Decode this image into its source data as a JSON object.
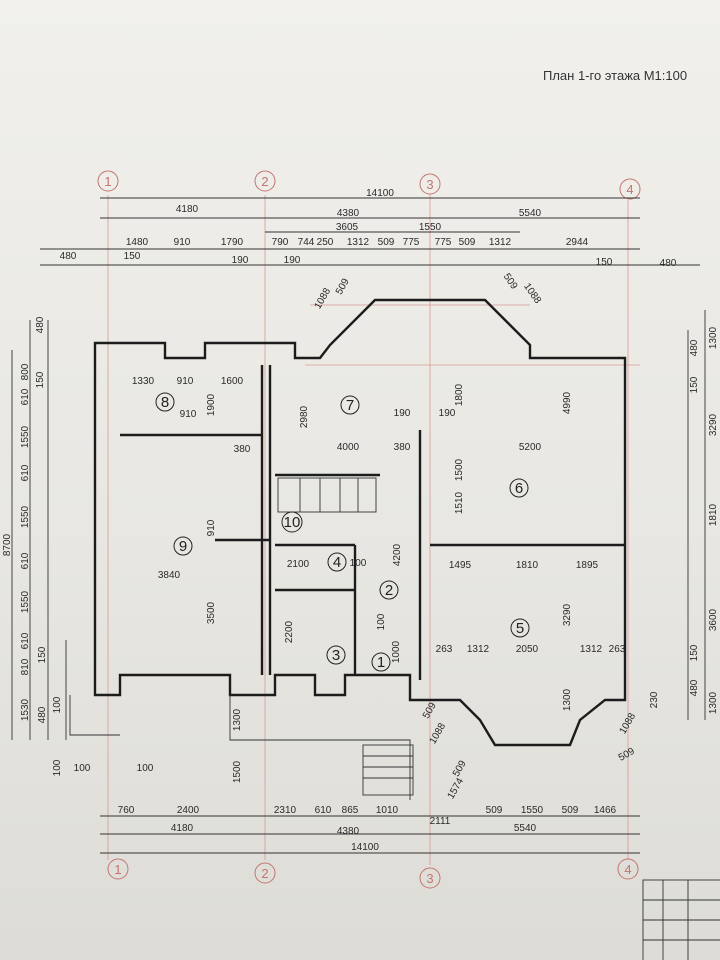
{
  "title": "План 1-го этажа М1:100",
  "axes": [
    "1",
    "2",
    "3",
    "4"
  ],
  "dims_top": {
    "overall": "14100",
    "segments_l1": [
      "4180",
      "4380",
      "5540"
    ],
    "r2_a": "3605",
    "r2_b": "1550",
    "r3": [
      "480",
      "1480",
      "910",
      "1790",
      "790",
      "744",
      "250",
      "1312",
      "509",
      "775",
      "775",
      "509",
      "1312",
      "2944"
    ],
    "r4": [
      "150",
      "190",
      "190",
      "150",
      "480"
    ],
    "bay_l": [
      "509",
      "1088"
    ],
    "bay_r": [
      "509",
      "1088"
    ]
  },
  "dims_bottom": {
    "r1": [
      "760",
      "2400",
      "2310",
      "610",
      "865",
      "1010",
      "2111",
      "509",
      "1550",
      "509",
      "1466"
    ],
    "r2": [
      "4180",
      "4380",
      "5540"
    ],
    "overall": "14100"
  },
  "dims_left": [
    "8700",
    "480",
    "800",
    "150",
    "610",
    "1550",
    "610",
    "1550",
    "610",
    "1550",
    "610",
    "810",
    "150",
    "1530",
    "480",
    "100",
    "100",
    "100",
    "100"
  ],
  "dims_right": [
    "1300",
    "480",
    "150",
    "3290",
    "1810",
    "3600",
    "150",
    "480",
    "1300",
    "230",
    "1088",
    "509"
  ],
  "dims_inner": [
    "1330",
    "910",
    "1600",
    "910",
    "1900",
    "380",
    "2980",
    "190",
    "190",
    "1800",
    "4000",
    "380",
    "5200",
    "4990",
    "1500",
    "1510",
    "910",
    "3840",
    "2100",
    "100",
    "4200",
    "1495",
    "1810",
    "1895",
    "3500",
    "2200",
    "100",
    "1000",
    "263",
    "1312",
    "2050",
    "1312",
    "263",
    "3290",
    "1300",
    "1300",
    "1500",
    "1088",
    "509",
    "1574",
    "509"
  ],
  "rooms": [
    "1",
    "2",
    "3",
    "4",
    "5",
    "6",
    "7",
    "8",
    "9",
    "10"
  ]
}
